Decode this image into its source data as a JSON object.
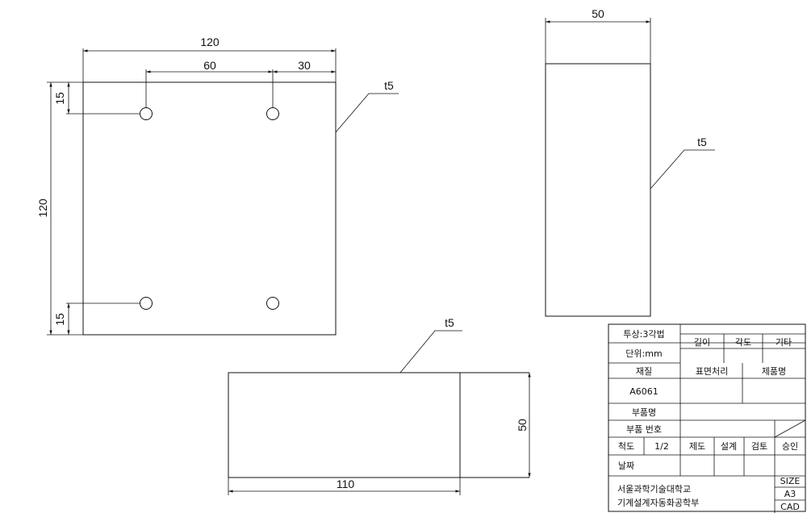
{
  "views": {
    "front": {
      "dim_width_total": "120",
      "dim_hole_spacing": "60",
      "dim_hole_edge_right": "30",
      "dim_height_total": "120",
      "dim_hole_top": "15",
      "dim_hole_bottom": "15",
      "thickness_label": "t5"
    },
    "side": {
      "dim_width": "50",
      "thickness_label": "t5"
    },
    "bottom": {
      "dim_length": "110",
      "dim_height": "50",
      "thickness_label": "t5"
    }
  },
  "title_block": {
    "projection": "투상:3각법",
    "unit": "단위:mm",
    "tol_length": "길이",
    "tol_angle": "각도",
    "tol_other": "기타",
    "material_label": "재질",
    "surface_label": "표면처리",
    "product_label": "제품명",
    "material_value": "A6061",
    "part_name_label": "부품명",
    "part_number_label": "부품 번호",
    "scale_label": "척도",
    "scale_value": "1/2",
    "drawn_label": "제도",
    "design_label": "설계",
    "check_label": "검토",
    "approve_label": "승인",
    "date_label": "날짜",
    "school_line1": "서울과학기술대학교",
    "school_line2": "기계설계자동화공학부",
    "size_label": "SIZE",
    "size_value": "A3",
    "cad_label": "CAD"
  }
}
